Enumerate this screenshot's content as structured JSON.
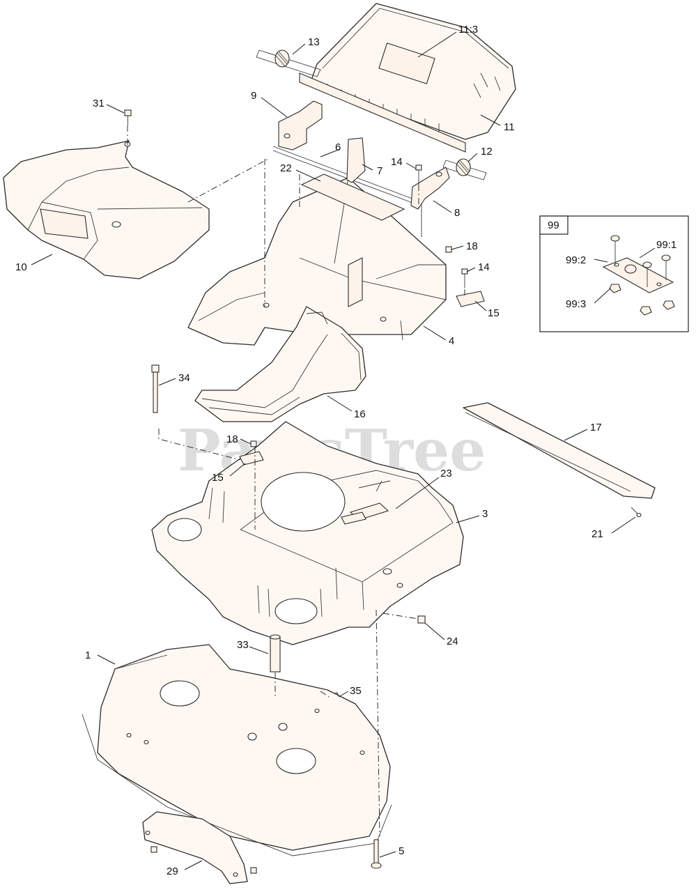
{
  "watermark": "PartsTree",
  "inset": {
    "label": "99"
  },
  "callouts": {
    "c1": "1",
    "c3": "3",
    "c4": "4",
    "c5": "5",
    "c6": "6",
    "c7": "7",
    "c8": "8",
    "c9": "9",
    "c10": "10",
    "c11": "11",
    "c11_3": "11:3",
    "c12": "12",
    "c13": "13",
    "c14a": "14",
    "c14b": "14",
    "c15a": "15",
    "c15b": "15",
    "c16": "16",
    "c17": "17",
    "c18a": "18",
    "c18b": "18",
    "c21": "21",
    "c22": "22",
    "c23": "23",
    "c24": "24",
    "c29": "29",
    "c31": "31",
    "c33": "33",
    "c34": "34",
    "c35": "35",
    "c99_1": "99:1",
    "c99_2": "99:2",
    "c99_3": "99:3"
  }
}
